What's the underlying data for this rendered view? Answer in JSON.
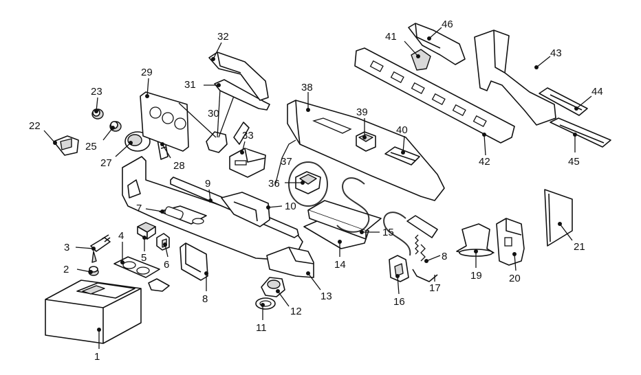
{
  "callouts": [
    {
      "id": "1",
      "text": "1"
    },
    {
      "id": "2",
      "text": "2"
    },
    {
      "id": "3",
      "text": "3"
    },
    {
      "id": "4",
      "text": "4"
    },
    {
      "id": "5",
      "text": "5"
    },
    {
      "id": "6",
      "text": "6"
    },
    {
      "id": "7",
      "text": "7"
    },
    {
      "id": "8a",
      "text": "8"
    },
    {
      "id": "8b",
      "text": "8"
    },
    {
      "id": "9",
      "text": "9"
    },
    {
      "id": "10",
      "text": "10"
    },
    {
      "id": "11",
      "text": "11"
    },
    {
      "id": "12",
      "text": "12"
    },
    {
      "id": "13",
      "text": "13"
    },
    {
      "id": "14",
      "text": "14"
    },
    {
      "id": "15",
      "text": "15"
    },
    {
      "id": "16",
      "text": "16"
    },
    {
      "id": "17",
      "text": "17"
    },
    {
      "id": "19",
      "text": "19"
    },
    {
      "id": "20",
      "text": "20"
    },
    {
      "id": "21",
      "text": "21"
    },
    {
      "id": "22",
      "text": "22"
    },
    {
      "id": "23",
      "text": "23"
    },
    {
      "id": "25",
      "text": "25"
    },
    {
      "id": "27",
      "text": "27"
    },
    {
      "id": "28",
      "text": "28"
    },
    {
      "id": "29",
      "text": "29"
    },
    {
      "id": "30",
      "text": "30"
    },
    {
      "id": "31",
      "text": "31"
    },
    {
      "id": "32",
      "text": "32"
    },
    {
      "id": "33",
      "text": "33"
    },
    {
      "id": "36",
      "text": "36"
    },
    {
      "id": "37",
      "text": "37"
    },
    {
      "id": "38",
      "text": "38"
    },
    {
      "id": "39",
      "text": "39"
    },
    {
      "id": "40",
      "text": "40"
    },
    {
      "id": "41",
      "text": "41"
    },
    {
      "id": "42",
      "text": "42"
    },
    {
      "id": "43",
      "text": "43"
    },
    {
      "id": "44",
      "text": "44"
    },
    {
      "id": "45",
      "text": "45"
    },
    {
      "id": "46",
      "text": "46"
    }
  ]
}
